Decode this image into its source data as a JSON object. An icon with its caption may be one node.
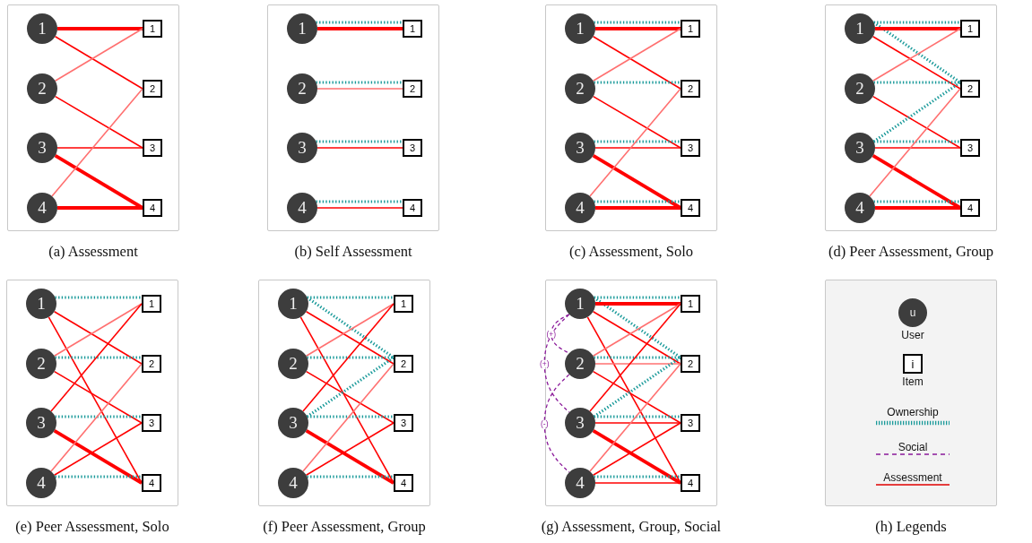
{
  "diagram": {
    "nodes": [
      {
        "text": [],
        "shape": "box",
        "beside": [
          "(a) Assessment"
        ]
      },
      {
        "text": [
          "1"
        ],
        "in": 0
      },
      {
        "text": [
          "2"
        ],
        "in": 0
      },
      {
        "text": [
          "3"
        ],
        "in": 0
      },
      {
        "text": [
          "4"
        ],
        "in": 0
      },
      {
        "text": [
          "1"
        ],
        "in": 0
      },
      {
        "text": [
          "2"
        ],
        "in": 0
      },
      {
        "text": [
          "3"
        ],
        "in": 0
      },
      {
        "text": [
          "4"
        ],
        "in": 0
      },
      {
        "text": [],
        "shape": "box",
        "beside": [
          "(b) Self Assessment"
        ]
      },
      {
        "text": [
          "1"
        ],
        "in": 9
      },
      {
        "text": [
          "2"
        ],
        "in": 9
      },
      {
        "text": [
          "3"
        ],
        "in": 9
      },
      {
        "text": [
          "4"
        ],
        "in": 9
      },
      {
        "text": [
          "1"
        ],
        "in": 9
      },
      {
        "text": [
          "2"
        ],
        "in": 9
      },
      {
        "text": [
          "3"
        ],
        "in": 9
      },
      {
        "text": [
          "4"
        ],
        "in": 9
      },
      {
        "text": [],
        "shape": "box",
        "beside": [
          "(c) Assessment, Solo"
        ]
      },
      {
        "text": [
          "1"
        ],
        "in": 18
      },
      {
        "text": [
          "2"
        ],
        "in": 18
      },
      {
        "text": [
          "3"
        ],
        "in": 18
      },
      {
        "text": [
          "4"
        ],
        "in": 18
      },
      {
        "text": [
          "1"
        ],
        "in": 18
      },
      {
        "text": [
          "2"
        ],
        "in": 18
      },
      {
        "text": [
          "3"
        ],
        "in": 18
      },
      {
        "text": [
          "4"
        ],
        "in": 18
      },
      {
        "text": [],
        "shape": "box",
        "beside": [
          "(d) Peer Assessment, Group"
        ]
      },
      {
        "text": [
          "1"
        ],
        "in": 27
      },
      {
        "text": [
          "2"
        ],
        "in": 27
      },
      {
        "text": [
          "3"
        ],
        "in": 27
      },
      {
        "text": [
          "4"
        ],
        "in": 27
      },
      {
        "text": [
          "1"
        ],
        "in": 27
      },
      {
        "text": [
          "2"
        ],
        "in": 27
      },
      {
        "text": [
          "3"
        ],
        "in": 27
      },
      {
        "text": [
          "4"
        ],
        "in": 27
      },
      {
        "text": [],
        "shape": "box",
        "beside": [
          "(e) Peer Assessment, Solo"
        ]
      },
      {
        "text": [
          "1"
        ],
        "in": 36
      },
      {
        "text": [
          "2"
        ],
        "in": 36
      },
      {
        "text": [
          "3"
        ],
        "in": 36
      },
      {
        "text": [
          "4"
        ],
        "in": 36
      },
      {
        "text": [
          "1"
        ],
        "in": 36
      },
      {
        "text": [
          "2"
        ],
        "in": 36
      },
      {
        "text": [
          "3"
        ],
        "in": 36
      },
      {
        "text": [
          "4"
        ],
        "in": 36
      },
      {
        "text": [],
        "shape": "box",
        "beside": [
          "(f) Peer Assessment, Group"
        ]
      },
      {
        "text": [
          "1"
        ],
        "in": 45
      },
      {
        "text": [
          "2"
        ],
        "in": 45
      },
      {
        "text": [
          "3"
        ],
        "in": 45
      },
      {
        "text": [
          "4"
        ],
        "in": 45
      },
      {
        "text": [
          "1"
        ],
        "in": 45
      },
      {
        "text": [
          "2"
        ],
        "in": 45
      },
      {
        "text": [
          "3"
        ],
        "in": 45
      },
      {
        "text": [
          "4"
        ],
        "in": 45
      },
      {
        "text": [],
        "shape": "box",
        "beside": [
          "(g) Assessment, Group, Social"
        ]
      },
      {
        "text": [
          "1"
        ],
        "in": 54
      },
      {
        "text": [
          "2"
        ],
        "in": 54
      },
      {
        "text": [
          "3"
        ],
        "in": 54
      },
      {
        "text": [
          "4"
        ],
        "in": 54
      },
      {
        "text": [
          "1"
        ],
        "in": 54
      },
      {
        "text": [
          "2"
        ],
        "in": 54
      },
      {
        "text": [
          "3"
        ],
        "in": 54
      },
      {
        "text": [
          "4"
        ],
        "in": 54
      },
      {
        "text": [],
        "shape": "box",
        "beside": [
          "(h) Legends"
        ]
      },
      {
        "text": [
          "u"
        ],
        "in": 63,
        "beside": [
          "User"
        ]
      },
      {
        "text": [
          "i"
        ],
        "in": 63,
        "beside": [
          "Item"
        ]
      }
    ],
    "edges": [
      {
        "from": 1,
        "to": 5,
        "arrow": "none",
        "style": "thick"
      },
      {
        "from": 1,
        "to": 6,
        "arrow": "none"
      },
      {
        "from": 2,
        "to": 5,
        "arrow": "none",
        "color": "#ff7070"
      },
      {
        "from": 2,
        "to": 7,
        "arrow": "none"
      },
      {
        "from": 3,
        "to": 7,
        "arrow": "none"
      },
      {
        "from": 3,
        "to": 8,
        "arrow": "none",
        "style": "thick"
      },
      {
        "from": 4,
        "to": 6,
        "arrow": "none",
        "color": "#ff7070"
      },
      {
        "from": 4,
        "to": 8,
        "arrow": "none",
        "style": "thick"
      },
      {
        "from": 10,
        "to": 14,
        "arrow": "none",
        "style": "dashed",
        "color": "#1a9a9a"
      },
      {
        "from": 10,
        "to": 14,
        "arrow": "none",
        "style": "thick"
      },
      {
        "from": 11,
        "to": 15,
        "arrow": "none",
        "color": "#ff7070"
      },
      {
        "from": 11,
        "to": 15,
        "arrow": "none",
        "style": "dashed",
        "color": "#1a9a9a"
      },
      {
        "from": 12,
        "to": 16,
        "arrow": "none",
        "style": "dashed",
        "color": "#1a9a9a"
      },
      {
        "from": 12,
        "to": 16,
        "arrow": "none"
      },
      {
        "from": 13,
        "to": 17,
        "arrow": "none"
      },
      {
        "from": 13,
        "to": 17,
        "arrow": "none",
        "style": "dashed",
        "color": "#1a9a9a"
      },
      {
        "from": 19,
        "to": 23,
        "arrow": "none",
        "style": "dashed",
        "color": "#1a9a9a"
      },
      {
        "from": 19,
        "to": 23,
        "arrow": "none",
        "style": "thick"
      },
      {
        "from": 19,
        "to": 24,
        "arrow": "none"
      },
      {
        "from": 20,
        "to": 23,
        "arrow": "none",
        "color": "#ff7070"
      },
      {
        "from": 20,
        "to": 24,
        "arrow": "none",
        "style": "dashed",
        "color": "#1a9a9a"
      },
      {
        "from": 20,
        "to": 25,
        "arrow": "none"
      },
      {
        "from": 21,
        "to": 25,
        "arrow": "none",
        "style": "dashed",
        "color": "#1a9a9a"
      },
      {
        "from": 21,
        "to": 25,
        "arrow": "none"
      },
      {
        "from": 21,
        "to": 26,
        "arrow": "none",
        "style": "thick"
      },
      {
        "from": 22,
        "to": 24,
        "arrow": "none",
        "color": "#ff7070"
      },
      {
        "from": 22,
        "to": 26,
        "arrow": "none",
        "style": "thick"
      },
      {
        "from": 22,
        "to": 26,
        "arrow": "none",
        "style": "dashed",
        "color": "#1a9a9a"
      },
      {
        "from": 28,
        "to": 32,
        "arrow": "none",
        "style": "dashed",
        "color": "#1a9a9a"
      },
      {
        "from": 28,
        "to": 33,
        "arrow": "none",
        "style": "dashed",
        "color": "#1a9a9a"
      },
      {
        "from": 28,
        "to": 32,
        "arrow": "none",
        "style": "thick"
      },
      {
        "from": 28,
        "to": 33,
        "arrow": "none"
      },
      {
        "from": 29,
        "to": 32,
        "arrow": "none",
        "color": "#ff7070"
      },
      {
        "from": 29,
        "to": 33,
        "arrow": "none",
        "style": "dashed",
        "color": "#1a9a9a"
      },
      {
        "from": 29,
        "to": 34,
        "arrow": "none"
      },
      {
        "from": 30,
        "to": 33,
        "arrow": "none",
        "style": "dashed",
        "color": "#1a9a9a"
      },
      {
        "from": 30,
        "to": 34,
        "arrow": "none",
        "style": "dashed",
        "color": "#1a9a9a"
      },
      {
        "from": 30,
        "to": 34,
        "arrow": "none"
      },
      {
        "from": 30,
        "to": 35,
        "arrow": "none",
        "style": "thick"
      },
      {
        "from": 31,
        "to": 33,
        "arrow": "none",
        "color": "#ff7070"
      },
      {
        "from": 31,
        "to": 35,
        "arrow": "none",
        "style": "thick"
      },
      {
        "from": 31,
        "to": 35,
        "arrow": "none",
        "style": "dashed",
        "color": "#1a9a9a"
      },
      {
        "from": 37,
        "to": 41,
        "arrow": "none",
        "style": "dashed",
        "color": "#1a9a9a"
      },
      {
        "from": 37,
        "to": 42,
        "arrow": "none"
      },
      {
        "from": 37,
        "to": 44,
        "arrow": "none"
      },
      {
        "from": 38,
        "to": 41,
        "arrow": "none",
        "color": "#ff7070"
      },
      {
        "from": 38,
        "to": 42,
        "arrow": "none",
        "style": "dashed",
        "color": "#1a9a9a"
      },
      {
        "from": 38,
        "to": 43,
        "arrow": "none"
      },
      {
        "from": 39,
        "to": 41,
        "arrow": "none"
      },
      {
        "from": 39,
        "to": 43,
        "arrow": "none",
        "style": "dashed",
        "color": "#1a9a9a"
      },
      {
        "from": 39,
        "to": 44,
        "arrow": "none",
        "style": "thick"
      },
      {
        "from": 40,
        "to": 42,
        "arrow": "none",
        "color": "#ff7070"
      },
      {
        "from": 40,
        "to": 43,
        "arrow": "none"
      },
      {
        "from": 40,
        "to": 44,
        "arrow": "none",
        "style": "dashed",
        "color": "#1a9a9a"
      },
      {
        "from": 46,
        "to": 50,
        "arrow": "none",
        "style": "dashed",
        "color": "#1a9a9a"
      },
      {
        "from": 46,
        "to": 51,
        "arrow": "none",
        "style": "dashed",
        "color": "#1a9a9a"
      },
      {
        "from": 46,
        "to": 51,
        "arrow": "none"
      },
      {
        "from": 46,
        "to": 53,
        "arrow": "none"
      },
      {
        "from": 47,
        "to": 50,
        "arrow": "none",
        "color": "#ff7070"
      },
      {
        "from": 47,
        "to": 51,
        "arrow": "none",
        "style": "dashed",
        "color": "#1a9a9a"
      },
      {
        "from": 47,
        "to": 52,
        "arrow": "none"
      },
      {
        "from": 48,
        "to": 50,
        "arrow": "none"
      },
      {
        "from": 48,
        "to": 51,
        "arrow": "none",
        "style": "dashed",
        "color": "#1a9a9a"
      },
      {
        "from": 48,
        "to": 52,
        "arrow": "none",
        "style": "dashed",
        "color": "#1a9a9a"
      },
      {
        "from": 48,
        "to": 53,
        "arrow": "none",
        "style": "thick"
      },
      {
        "from": 49,
        "to": 51,
        "arrow": "none",
        "color": "#ff7070"
      },
      {
        "from": 49,
        "to": 52,
        "arrow": "none"
      },
      {
        "from": 49,
        "to": 53,
        "arrow": "none",
        "style": "dashed",
        "color": "#1a9a9a"
      },
      {
        "from": 55,
        "to": 56,
        "arrow": "none",
        "label": "(+)",
        "style": "dashed",
        "color": "#8b1a9a"
      },
      {
        "from": 55,
        "to": 57,
        "arrow": "none",
        "label": "(+)",
        "style": "dashed",
        "color": "#8b1a9a"
      },
      {
        "from": 56,
        "to": 58,
        "arrow": "none",
        "label": "(-)",
        "style": "dashed",
        "color": "#8b1a9a"
      },
      {
        "from": 55,
        "to": 59,
        "arrow": "none",
        "style": "dashed",
        "color": "#1a9a9a"
      },
      {
        "from": 55,
        "to": 60,
        "arrow": "none",
        "style": "dashed",
        "color": "#1a9a9a"
      },
      {
        "from": 55,
        "to": 59,
        "arrow": "none",
        "style": "thick"
      },
      {
        "from": 55,
        "to": 60,
        "arrow": "none"
      },
      {
        "from": 55,
        "to": 62,
        "arrow": "none"
      },
      {
        "from": 56,
        "to": 59,
        "arrow": "none",
        "color": "#ff7070"
      },
      {
        "from": 56,
        "to": 60,
        "arrow": "none",
        "color": "#ff7070"
      },
      {
        "from": 56,
        "to": 60,
        "arrow": "none",
        "style": "dashed",
        "color": "#1a9a9a"
      },
      {
        "from": 56,
        "to": 61,
        "arrow": "none"
      },
      {
        "from": 57,
        "to": 59,
        "arrow": "none"
      },
      {
        "from": 57,
        "to": 60,
        "arrow": "none",
        "style": "dashed",
        "color": "#1a9a9a"
      },
      {
        "from": 57,
        "to": 61,
        "arrow": "none",
        "style": "dashed",
        "color": "#1a9a9a"
      },
      {
        "from": 57,
        "to": 61,
        "arrow": "none"
      },
      {
        "from": 57,
        "to": 62,
        "arrow": "none",
        "style": "thick"
      },
      {
        "from": 58,
        "to": 60,
        "arrow": "none",
        "color": "#ff7070"
      },
      {
        "from": 58,
        "to": 61,
        "arrow": "none"
      },
      {
        "from": 58,
        "to": 62,
        "arrow": "none"
      },
      {
        "from": 58,
        "to": 62,
        "arrow": "none",
        "style": "dashed",
        "color": "#1a9a9a"
      }
    ],
    "legend": [
      {
        "text": "Ownership"
      },
      {
        "text": "Social"
      },
      {
        "text": "Assessment"
      }
    ]
  }
}
